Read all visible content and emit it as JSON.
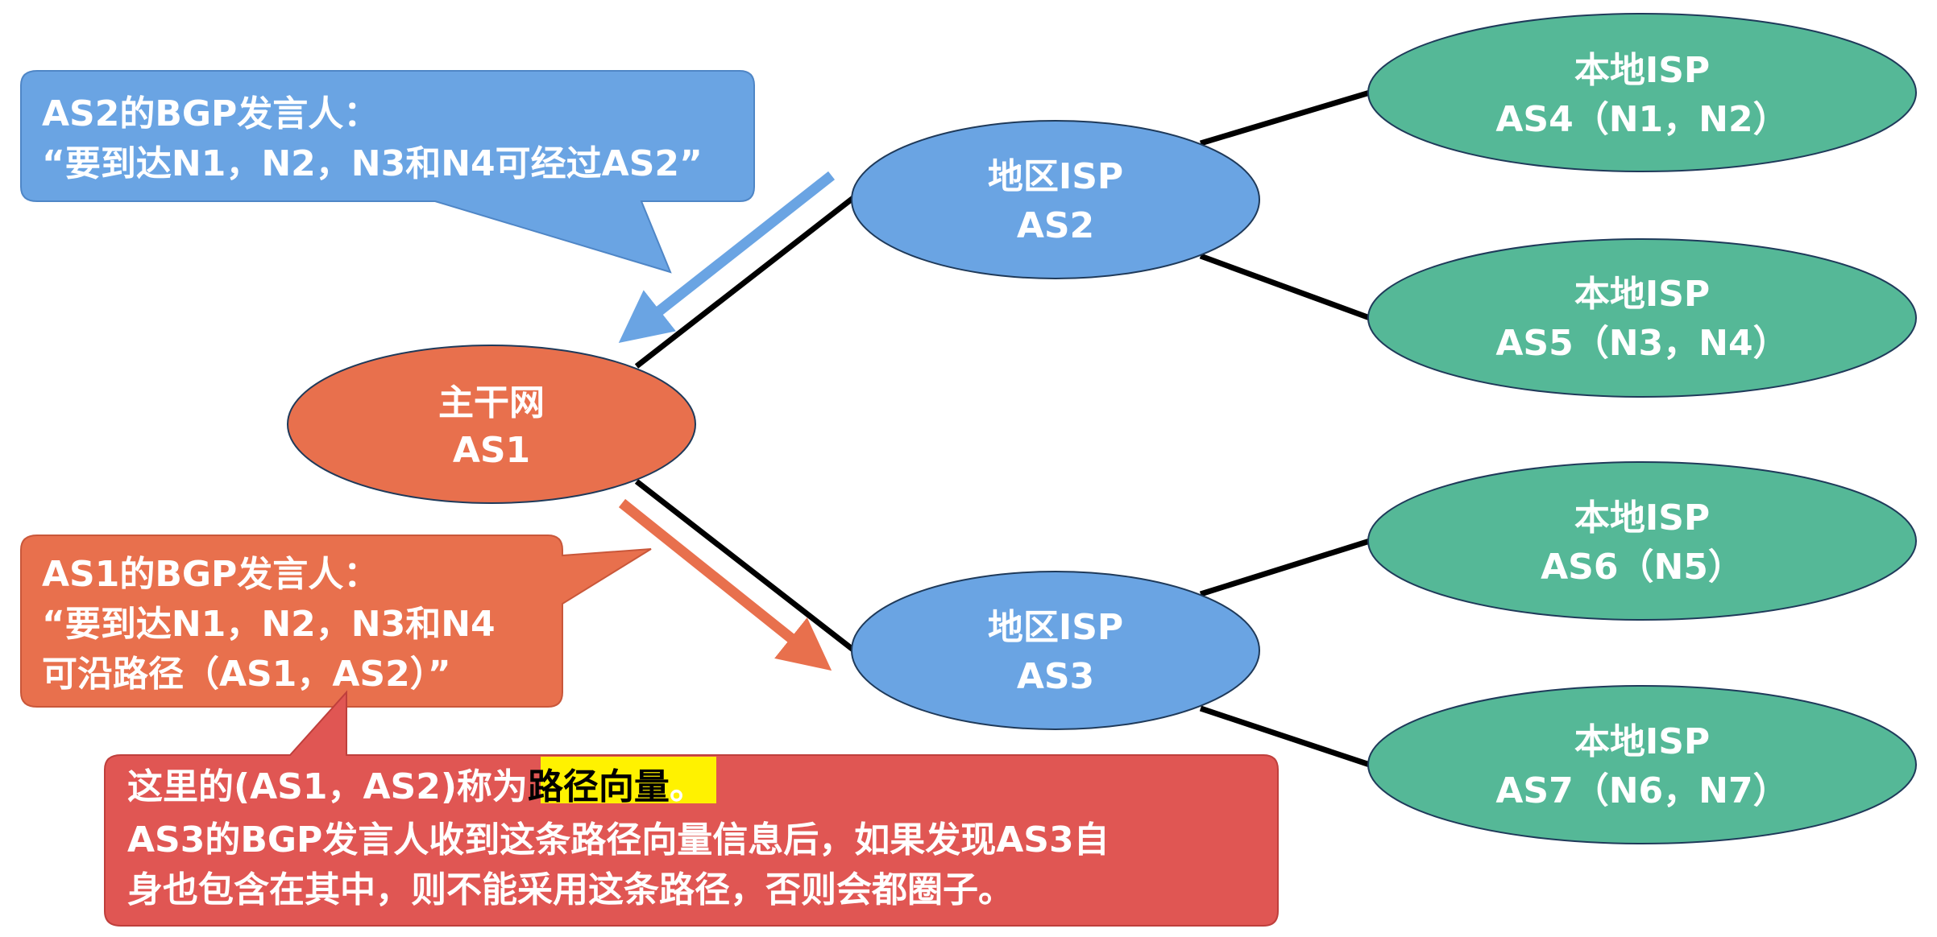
{
  "colors": {
    "backbone": "#E8704D",
    "regional": "#6AA4E3",
    "local": "#55B897",
    "callout_blue": "#6AA4E3",
    "callout_orange": "#E8704D",
    "note_red": "#E05653",
    "highlight": "#FFF200",
    "link": "#000000"
  },
  "nodes": {
    "as1": {
      "line1": "主干网",
      "line2": "AS1"
    },
    "as2": {
      "line1": "地区ISP",
      "line2": "AS2"
    },
    "as3": {
      "line1": "地区ISP",
      "line2": "AS3"
    },
    "as4": {
      "line1": "本地ISP",
      "line2": "AS4（N1，N2）"
    },
    "as5": {
      "line1": "本地ISP",
      "line2": "AS5（N3，N4）"
    },
    "as6": {
      "line1": "本地ISP",
      "line2": "AS6（N5）"
    },
    "as7": {
      "line1": "本地ISP",
      "line2": "AS7（N6，N7）"
    }
  },
  "callout_as2": {
    "line1": "AS2的BGP发言人：",
    "line2": "“要到达N1，N2，N3和N4可经过AS2”"
  },
  "callout_as1": {
    "line1": "AS1的BGP发言人：",
    "line2": "“要到达N1，N2，N3和N4",
    "line3": "可沿路径（AS1，AS2）”"
  },
  "note": {
    "line1_prefix": "这里的(AS1，AS2)称为",
    "line1_highlight": "路径向量",
    "line1_suffix": "。",
    "line2": "AS3的BGP发言人收到这条路径向量信息后，如果发现AS3自",
    "line3": "身也包含在其中，则不能采用这条路径，否则会都圈子。"
  }
}
